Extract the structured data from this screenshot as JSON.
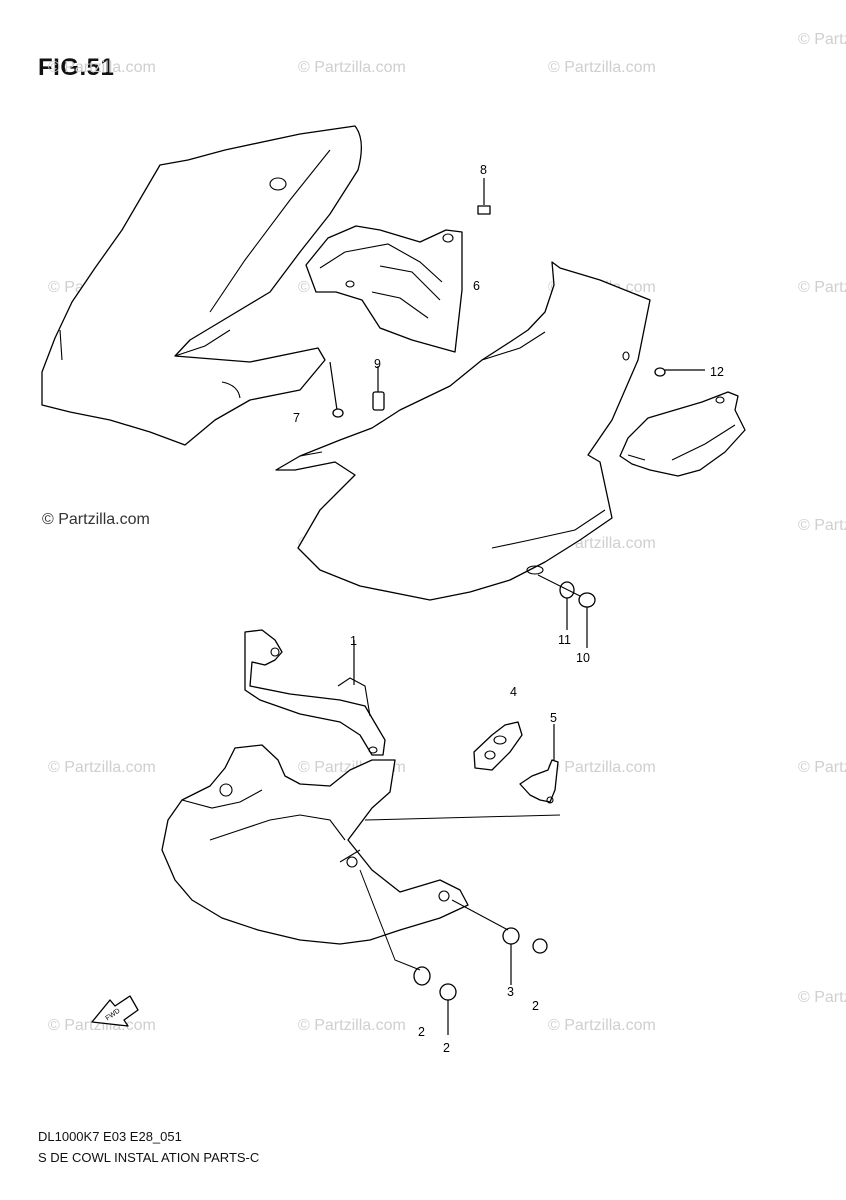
{
  "figure": {
    "title": "FIG.51",
    "code": "DL1000K7 E03 E28_051",
    "caption": "S DE COWL INSTAL ATION PARTS-C"
  },
  "watermark": {
    "text": "© Partzilla.com",
    "faint_text": "© Partzilla.com"
  },
  "callouts": {
    "c1": "1",
    "c2a": "2",
    "c2b": "2",
    "c2c": "2",
    "c3": "3",
    "c4": "4",
    "c5": "5",
    "c6": "6",
    "c7": "7",
    "c8": "8",
    "c9": "9",
    "c10": "10",
    "c11": "11",
    "c12": "12"
  },
  "fwd_label": "FWD",
  "colors": {
    "line": "#000000",
    "watermark": "#cfcfcf"
  }
}
